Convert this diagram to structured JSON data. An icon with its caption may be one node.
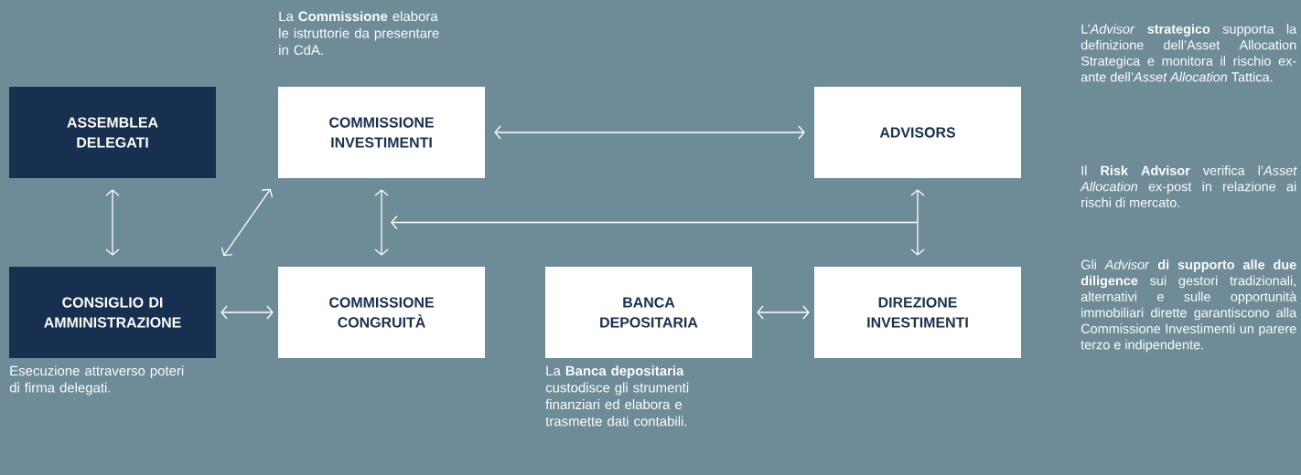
{
  "diagram": {
    "nodes": [
      {
        "text": [
          "ASSEMBLEA DELEGATI"
        ]
      },
      {
        "text": [
          "COMMISSIONE INVESTIMENTI"
        ],
        "beside": [
          "La **Commissione** elabora le istruttorie da presentare in CdA."
        ]
      },
      {
        "text": [
          "ADVISORS"
        ]
      },
      {
        "text": [
          "CONSIGLIO DI AMMINISTRAZIONE"
        ],
        "beside": [
          "Esecuzione attraverso poteri di firma delegati."
        ]
      },
      {
        "text": [
          "COMMISSIONE CONGRUITÀ"
        ]
      },
      {
        "text": [
          "BANCA DEPOSITARIA"
        ],
        "beside": [
          "La **Banca depositaria** custodisce gli strumenti finanziari ed elabora e trasmette dati contabili."
        ]
      },
      {
        "text": [
          "DIREZIONE INVESTIMENTI"
        ]
      }
    ],
    "edges": [
      {
        "from": 1,
        "to": 2,
        "arrow": "both"
      },
      {
        "from": 0,
        "to": 3,
        "arrow": "both"
      },
      {
        "from": 3,
        "to": 1,
        "arrow": "both"
      },
      {
        "from": 1,
        "to": 4,
        "arrow": "both"
      },
      {
        "from": 2,
        "to": 6,
        "arrow": "both"
      },
      {
        "from": 3,
        "to": 4,
        "arrow": "both"
      },
      {
        "from": 5,
        "to": 6,
        "arrow": "both"
      },
      {
        "from": 2,
        "to": null,
        "arrow": "to"
      },
      {
        "from": 6,
        "to": null,
        "arrow": "to"
      }
    ],
    "labels": [
      "L’*Advisor* **strategico** supporta la definizione dell’Asset Allocation Strategica e monitora il rischio ex-ante dell’*Asset Allocation* Tattica.",
      "Il **Risk Advisor** verifica l’*Asset Allocation* ex-post in relazione ai rischi di mercato.",
      "Gli *Advisor* **di supporto alle due diligence** sui gestori tradizionali, alternativi e sulle opportunità immobiliari dirette garantiscono alla Commissione Investimenti un parere terzo e indipendente."
    ]
  }
}
